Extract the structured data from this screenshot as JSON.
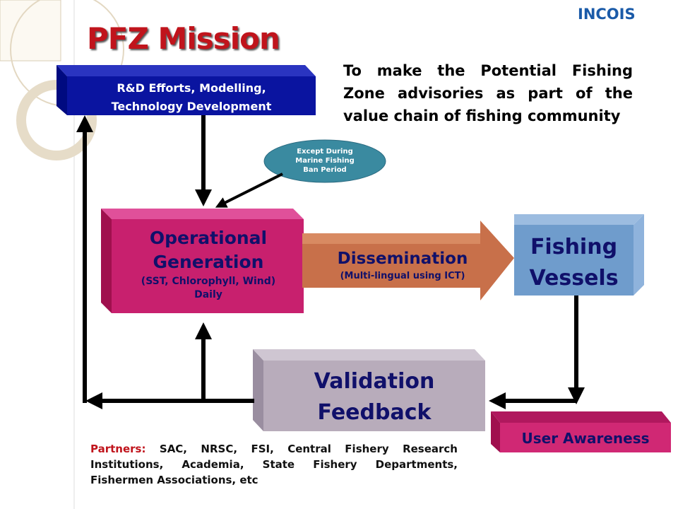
{
  "title": "PFZ Mission",
  "logo_text": "INCOIS",
  "mission_lines": [
    "To make the Potential Fishing",
    "Zone advisories as part of the",
    "value chain of fishing community"
  ],
  "boxes": {
    "rd": [
      "R&D Efforts, Modelling,",
      "Technology Development"
    ],
    "callout": [
      "Except During",
      "Marine Fishing",
      "Ban Period"
    ],
    "operational": {
      "line1": "Operational",
      "line2": "Generation",
      "sub": "(SST, Chlorophyll, Wind)",
      "freq": "Daily"
    },
    "dissemination": {
      "label": "Dissemination",
      "sub": "(Multi-lingual using ICT)"
    },
    "vessels": [
      "Fishing",
      "Vessels"
    ],
    "validation": [
      "Validation",
      "Feedback"
    ],
    "awareness": "User Awareness"
  },
  "partners": {
    "label": "Partners:",
    "text": " SAC, NRSC, FSI, Central Fishery Research Institutions, Academia, State Fishery Departments, Fishermen Associations, etc"
  },
  "colors": {
    "title": "#c0141c",
    "rd": "#0a14a0",
    "operational": "#c8206e",
    "dissemination": "#c8704a",
    "vessels": "#6f9ccc",
    "validation": "#b8acbb",
    "callout": "#3a8aa0"
  }
}
